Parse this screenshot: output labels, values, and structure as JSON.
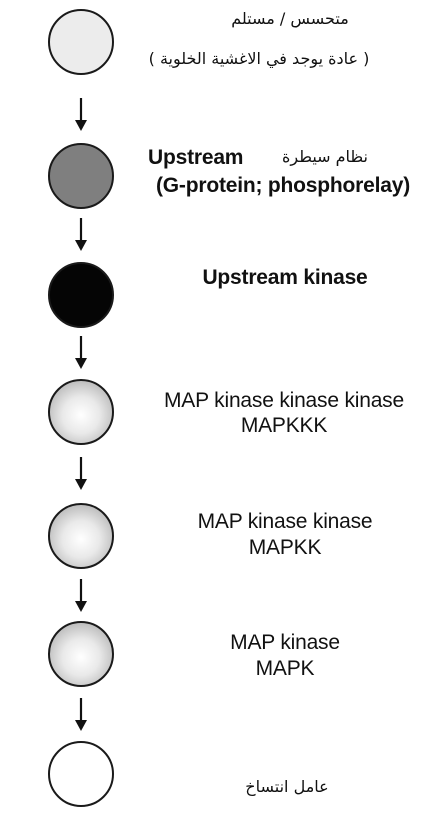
{
  "steps": [
    {
      "id": "receptor",
      "line1": "متحسس / مستلم",
      "line2": "( عادة يوجد في الاغشية الخلوية )"
    },
    {
      "id": "regulator",
      "arabic": "نظام سيطرة",
      "line1": "Upstream",
      "line2": "(G-protein; phosphorelay)"
    },
    {
      "id": "upstream_kinase",
      "line1": "Upstream kinase"
    },
    {
      "id": "mapkkk",
      "line1": "MAP kinase kinase kinase",
      "line2": "MAPKKK"
    },
    {
      "id": "mapkk",
      "line1": "MAP kinase kinase",
      "line2": "MAPKK"
    },
    {
      "id": "mapk",
      "line1": "MAP kinase",
      "line2": "MAPK"
    },
    {
      "id": "transcription_factor",
      "line1": "عامل انتساخ"
    }
  ],
  "colors": {
    "receptor": "#ececec",
    "regulator": "#7f7f7f",
    "upstream_kinase": "#050505",
    "kinase_cascade": "#d0d0d0",
    "transcription_factor": "#ffffff",
    "outline": "#1a1a1a"
  }
}
